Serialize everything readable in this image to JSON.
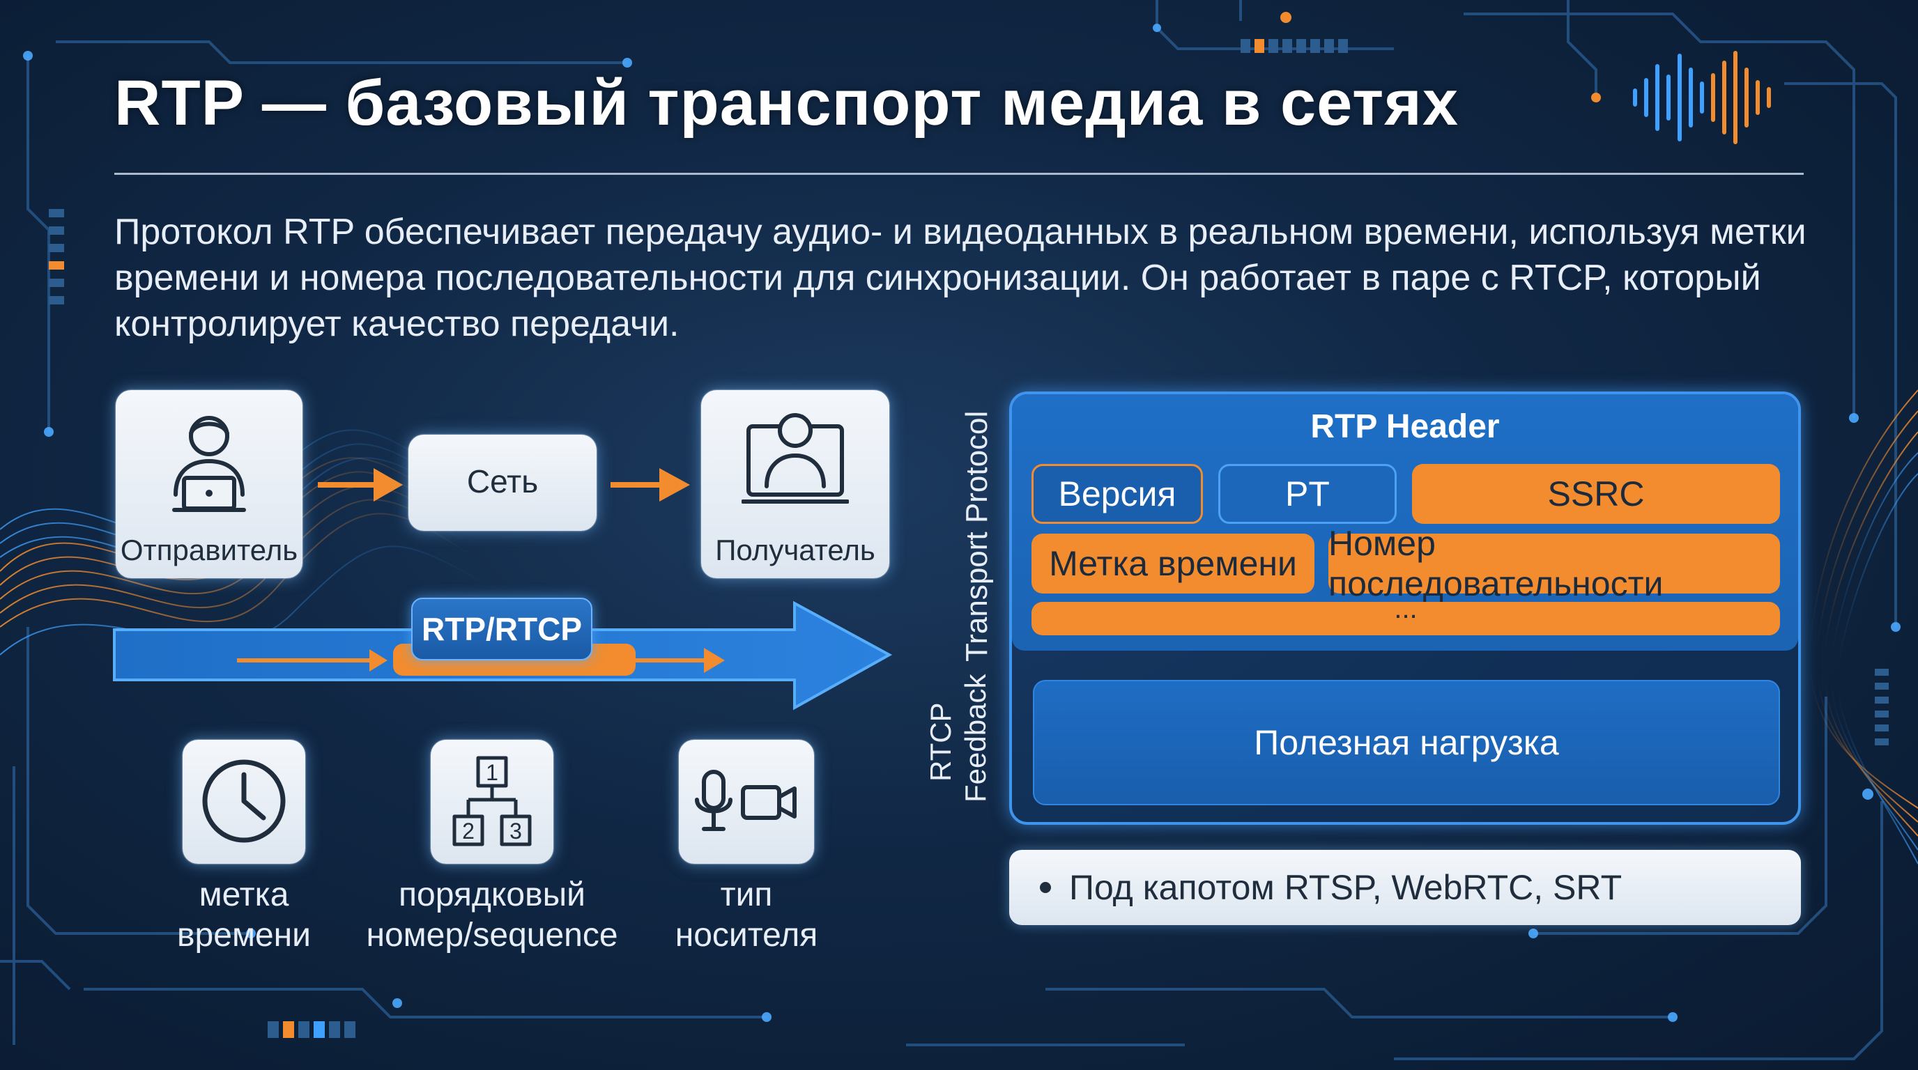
{
  "title": "RTP — базовый транспорт медиа в сетях",
  "intro": "Протокол RTP обеспечивает передачу аудио- и видеоданных в реальном времени, используя метки времени и номера последовательности для синхронизации. Он работает в паре с RTCP, который контролирует качество передачи.",
  "flow": {
    "sender": "Отправитель",
    "network": "Сеть",
    "receiver": "Получатель",
    "transport_badge": "RTP/RTCP"
  },
  "features": [
    {
      "icon": "clock-icon",
      "caption_line1": "метка",
      "caption_line2": "времени"
    },
    {
      "icon": "sequence-hierarchy-icon",
      "caption_line1": "порядковый",
      "caption_line2": "номер/sequence",
      "numbers": [
        "1",
        "2",
        "3"
      ]
    },
    {
      "icon": "microphone-camera-icon",
      "caption_line1": "тип",
      "caption_line2": "носителя"
    }
  ],
  "side_labels": {
    "transport": "Transport Protocol",
    "rtcp_line1": "RTCP",
    "rtcp_line2": "Feedback"
  },
  "header": {
    "title": "RTP Header",
    "fields_row1": [
      "Версия",
      "PT",
      "SSRC"
    ],
    "fields_row2": [
      "Метка времени",
      "Номер последовательности"
    ],
    "ellipsis": "..."
  },
  "payload": "Полезная нагрузка",
  "bullet": "Под капотом RTSP, WebRTC, SRT",
  "colors": {
    "background": "#102744",
    "accent_orange": "#f28c2e",
    "accent_blue": "#1f6fc7",
    "card": "#eef3f8"
  }
}
